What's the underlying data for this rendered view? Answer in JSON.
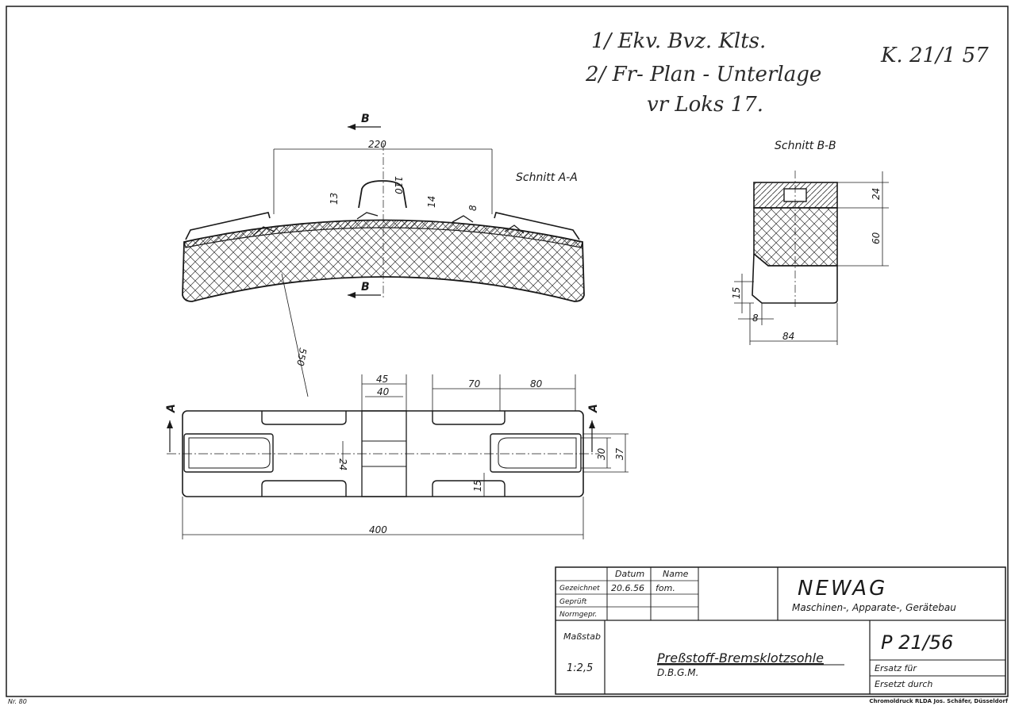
{
  "handwritten": {
    "line1": "1/ Ekv. Bvz. Klts.",
    "line2": "2/ Fr- Plan - Unterlage",
    "line3": "vr Loks 17.",
    "ref": "K. 21/1 57"
  },
  "section_aa": {
    "title": "Schnitt A-A",
    "cut_label": "B",
    "dims": {
      "width": "220",
      "r110": "110",
      "d13": "13",
      "d14": "14",
      "d8": "8",
      "radius": "550"
    }
  },
  "section_bb": {
    "title": "Schnitt B-B",
    "dims": {
      "d24": "24",
      "d60": "60",
      "d15": "15",
      "d8": "8",
      "d84": "84"
    }
  },
  "plan_view": {
    "cut_label": "A",
    "dims": {
      "d45": "45",
      "d40": "40",
      "d70": "70",
      "d80": "80",
      "d24": "24",
      "d30": "30",
      "d37": "37",
      "d15": "15",
      "d400": "400"
    }
  },
  "title_block": {
    "col_datum": "Datum",
    "col_name": "Name",
    "rows": [
      {
        "label": "Gezeichnet",
        "date": "20.6.56",
        "name": "fom."
      },
      {
        "label": "Geprüft",
        "date": "",
        "name": ""
      },
      {
        "label": "Normgepr.",
        "date": "",
        "name": ""
      }
    ],
    "company": "NEWAG",
    "company_sub": "Maschinen-, Apparate-, Gerätebau",
    "scale_label": "Maßstab",
    "scale_value": "1:2,5",
    "part_title": "Preßstoff-Bremsklotzsohle",
    "part_sub": "D.B.G.M.",
    "drawing_no": "P 21/56",
    "ersatz_fur": "Ersatz für",
    "ersetzt_durch": "Ersetzt durch"
  },
  "footer": {
    "left": "Nr. 80",
    "right": "Chromoldruck RLDA Jos. Schäfer, Düsseldorf"
  }
}
